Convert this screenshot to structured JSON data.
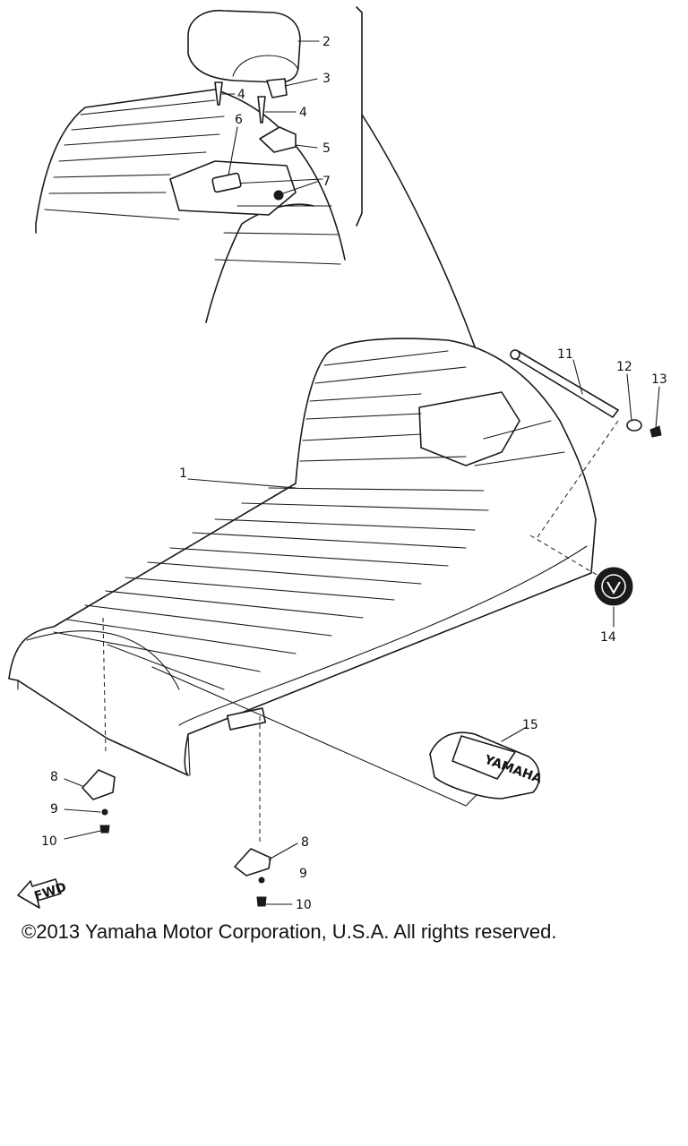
{
  "diagram": {
    "fwd_label": "FWD",
    "callouts": [
      {
        "id": "c2",
        "text": "2"
      },
      {
        "id": "c3",
        "text": "3"
      },
      {
        "id": "c4a",
        "text": "4"
      },
      {
        "id": "c4b",
        "text": "4"
      },
      {
        "id": "c5",
        "text": "5"
      },
      {
        "id": "c6",
        "text": "6"
      },
      {
        "id": "c7",
        "text": "7"
      },
      {
        "id": "c1",
        "text": "1"
      },
      {
        "id": "c11",
        "text": "11"
      },
      {
        "id": "c12",
        "text": "12"
      },
      {
        "id": "c13",
        "text": "13"
      },
      {
        "id": "c14",
        "text": "14"
      },
      {
        "id": "c15",
        "text": "15"
      },
      {
        "id": "c8a",
        "text": "8"
      },
      {
        "id": "c9a",
        "text": "9"
      },
      {
        "id": "c10a",
        "text": "10"
      },
      {
        "id": "c8b",
        "text": "8"
      },
      {
        "id": "c9b",
        "text": "9"
      },
      {
        "id": "c10b",
        "text": "10"
      }
    ]
  },
  "footer": {
    "copyright": "©2013 Yamaha Motor Corporation, U.S.A. All rights reserved."
  }
}
